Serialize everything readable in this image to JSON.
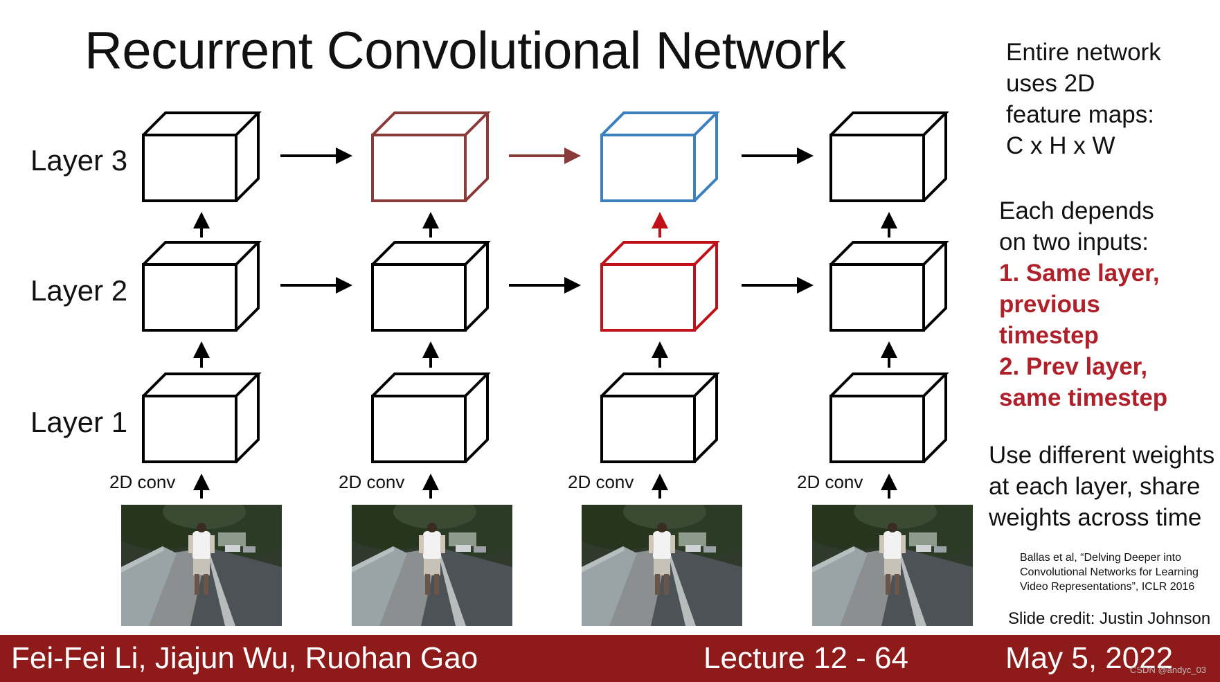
{
  "title": "Recurrent Convolutional Network",
  "layers": [
    "Layer 3",
    "Layer 2",
    "Layer 1"
  ],
  "conv_label": "2D conv",
  "colors": {
    "default_box": "#000000",
    "prev_timestep_box": "#8b3a3a",
    "current_box": "#3d7fbf",
    "prev_layer_box": "#c0111a",
    "red_text": "#b0202a",
    "footer": "#8f1a1a"
  },
  "side_notes": {
    "note1": [
      "Entire network",
      "uses 2D",
      "feature maps:",
      "C x H x W"
    ],
    "note2_intro": [
      "Each depends",
      "on two inputs:"
    ],
    "note2_items": [
      "1. Same layer,",
      "previous",
      "timestep",
      "2. Prev layer,",
      "same timestep"
    ],
    "note3": [
      "Use different weights",
      "at each layer, share",
      "weights across time"
    ]
  },
  "citation": [
    "Ballas et al, “Delving Deeper into",
    "Convolutional Networks for Learning",
    "Video Representations”, ICLR 2016"
  ],
  "credit": "Slide credit: Justin Johnson",
  "footer": {
    "authors": "Fei-Fei Li, Jiajun Wu, Ruohan Gao",
    "lecture": "Lecture 12 -  64",
    "date": "May 5, 2022"
  },
  "watermark": "CSDN @andyc_03"
}
